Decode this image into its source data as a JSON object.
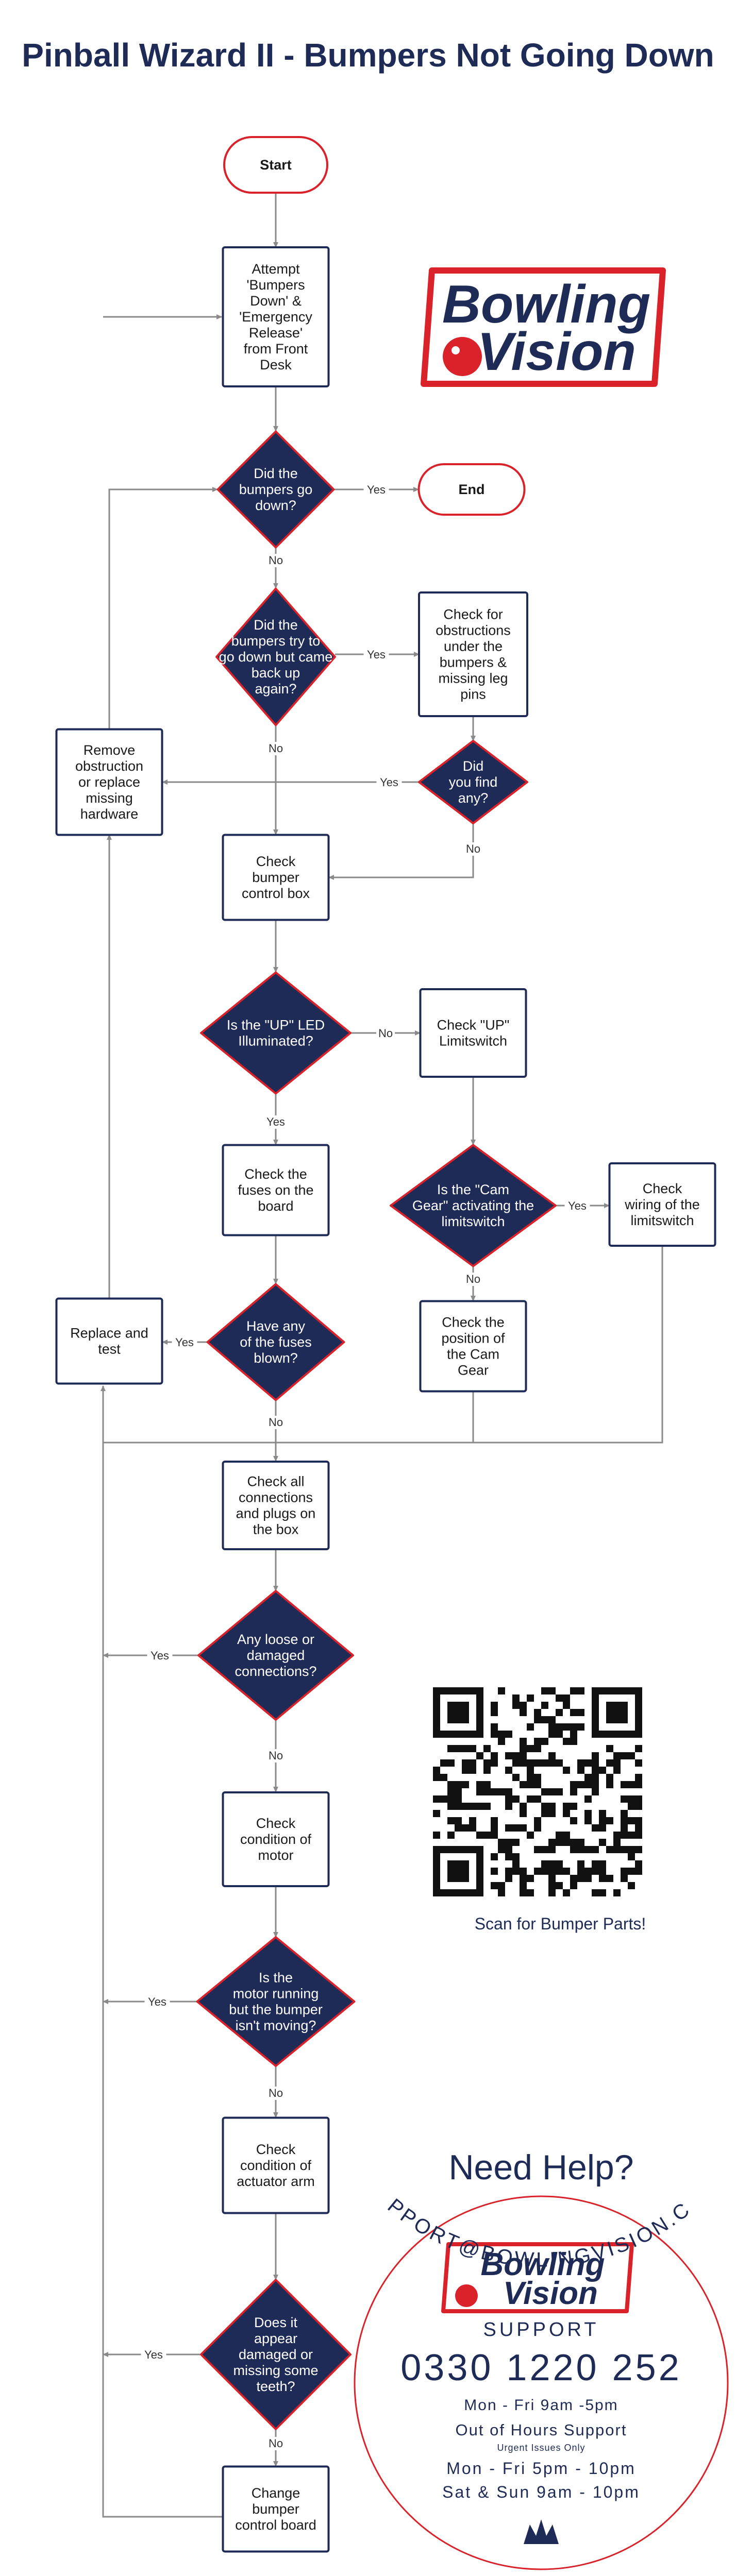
{
  "title": "Pinball Wizard II - Bumpers Not Going Down",
  "colors": {
    "navy": "#1f2b57",
    "red": "#d9222a",
    "line": "#8a8a8a"
  },
  "nodes": {
    "start": [
      "Start"
    ],
    "attempt": [
      "Attempt",
      "'Bumpers",
      "Down' &",
      "'Emergency",
      "Release'",
      "from Front",
      "Desk"
    ],
    "d_down": [
      "Did the",
      "bumpers go",
      "down?"
    ],
    "end": [
      "End"
    ],
    "d_tried": [
      "Did the",
      "bumpers try to",
      "go down but came",
      "back up",
      "again?"
    ],
    "check_obs": [
      "Check for",
      "obstructions",
      "under the",
      "bumpers &",
      "missing leg",
      "pins"
    ],
    "remove": [
      "Remove",
      "obstruction",
      "or replace",
      "missing",
      "hardware"
    ],
    "d_find": [
      "Did",
      "you find",
      "any?"
    ],
    "ctrl_box": [
      "Check",
      "bumper",
      "control box"
    ],
    "d_led": [
      "Is the \"UP\" LED",
      "Illuminated?"
    ],
    "limit": [
      "Check \"UP\"",
      "Limitswitch"
    ],
    "fuses": [
      "Check the",
      "fuses on the",
      "board"
    ],
    "d_cam": [
      "Is the \"Cam",
      "Gear\" activating the",
      "limitswitch"
    ],
    "wiring": [
      "Check",
      "wiring of the",
      "limitswitch"
    ],
    "replace": [
      "Replace and",
      "test"
    ],
    "d_blown": [
      "Have any",
      "of the fuses",
      "blown?"
    ],
    "cam_pos": [
      "Check the",
      "position of",
      "the Cam",
      "Gear"
    ],
    "connections": [
      "Check all",
      "connections",
      "and plugs on",
      "the box"
    ],
    "d_loose": [
      "Any loose or",
      "damaged",
      "connections?"
    ],
    "motor": [
      "Check",
      "condition of",
      "motor"
    ],
    "d_motor": [
      "Is the",
      "motor running",
      "but the bumper",
      "isn't moving?"
    ],
    "actuator": [
      "Check",
      "condition of",
      "actuator arm"
    ],
    "d_damaged": [
      "Does it",
      "appear",
      "damaged or",
      "missing some",
      "teeth?"
    ],
    "change": [
      "Change",
      "bumper",
      "control board"
    ]
  },
  "labels": {
    "yes": "Yes",
    "no": "No"
  },
  "logo": {
    "line1": "Bowling",
    "line2": "Vision"
  },
  "qr": {
    "caption": "Scan for Bumper Parts!"
  },
  "help": {
    "heading": "Need Help?",
    "support": "SUPPORT",
    "phone": "0330 1220 252",
    "hours": "Mon - Fri 9am -5pm",
    "ooh": "Out of Hours Support",
    "urgent": "Urgent Issues Only",
    "ooh_weekday": "Mon - Fri 5pm - 10pm",
    "ooh_weekend": "Sat & Sun 9am - 10pm",
    "email": "SUPPORT@BOWLINGVISION.COM"
  }
}
